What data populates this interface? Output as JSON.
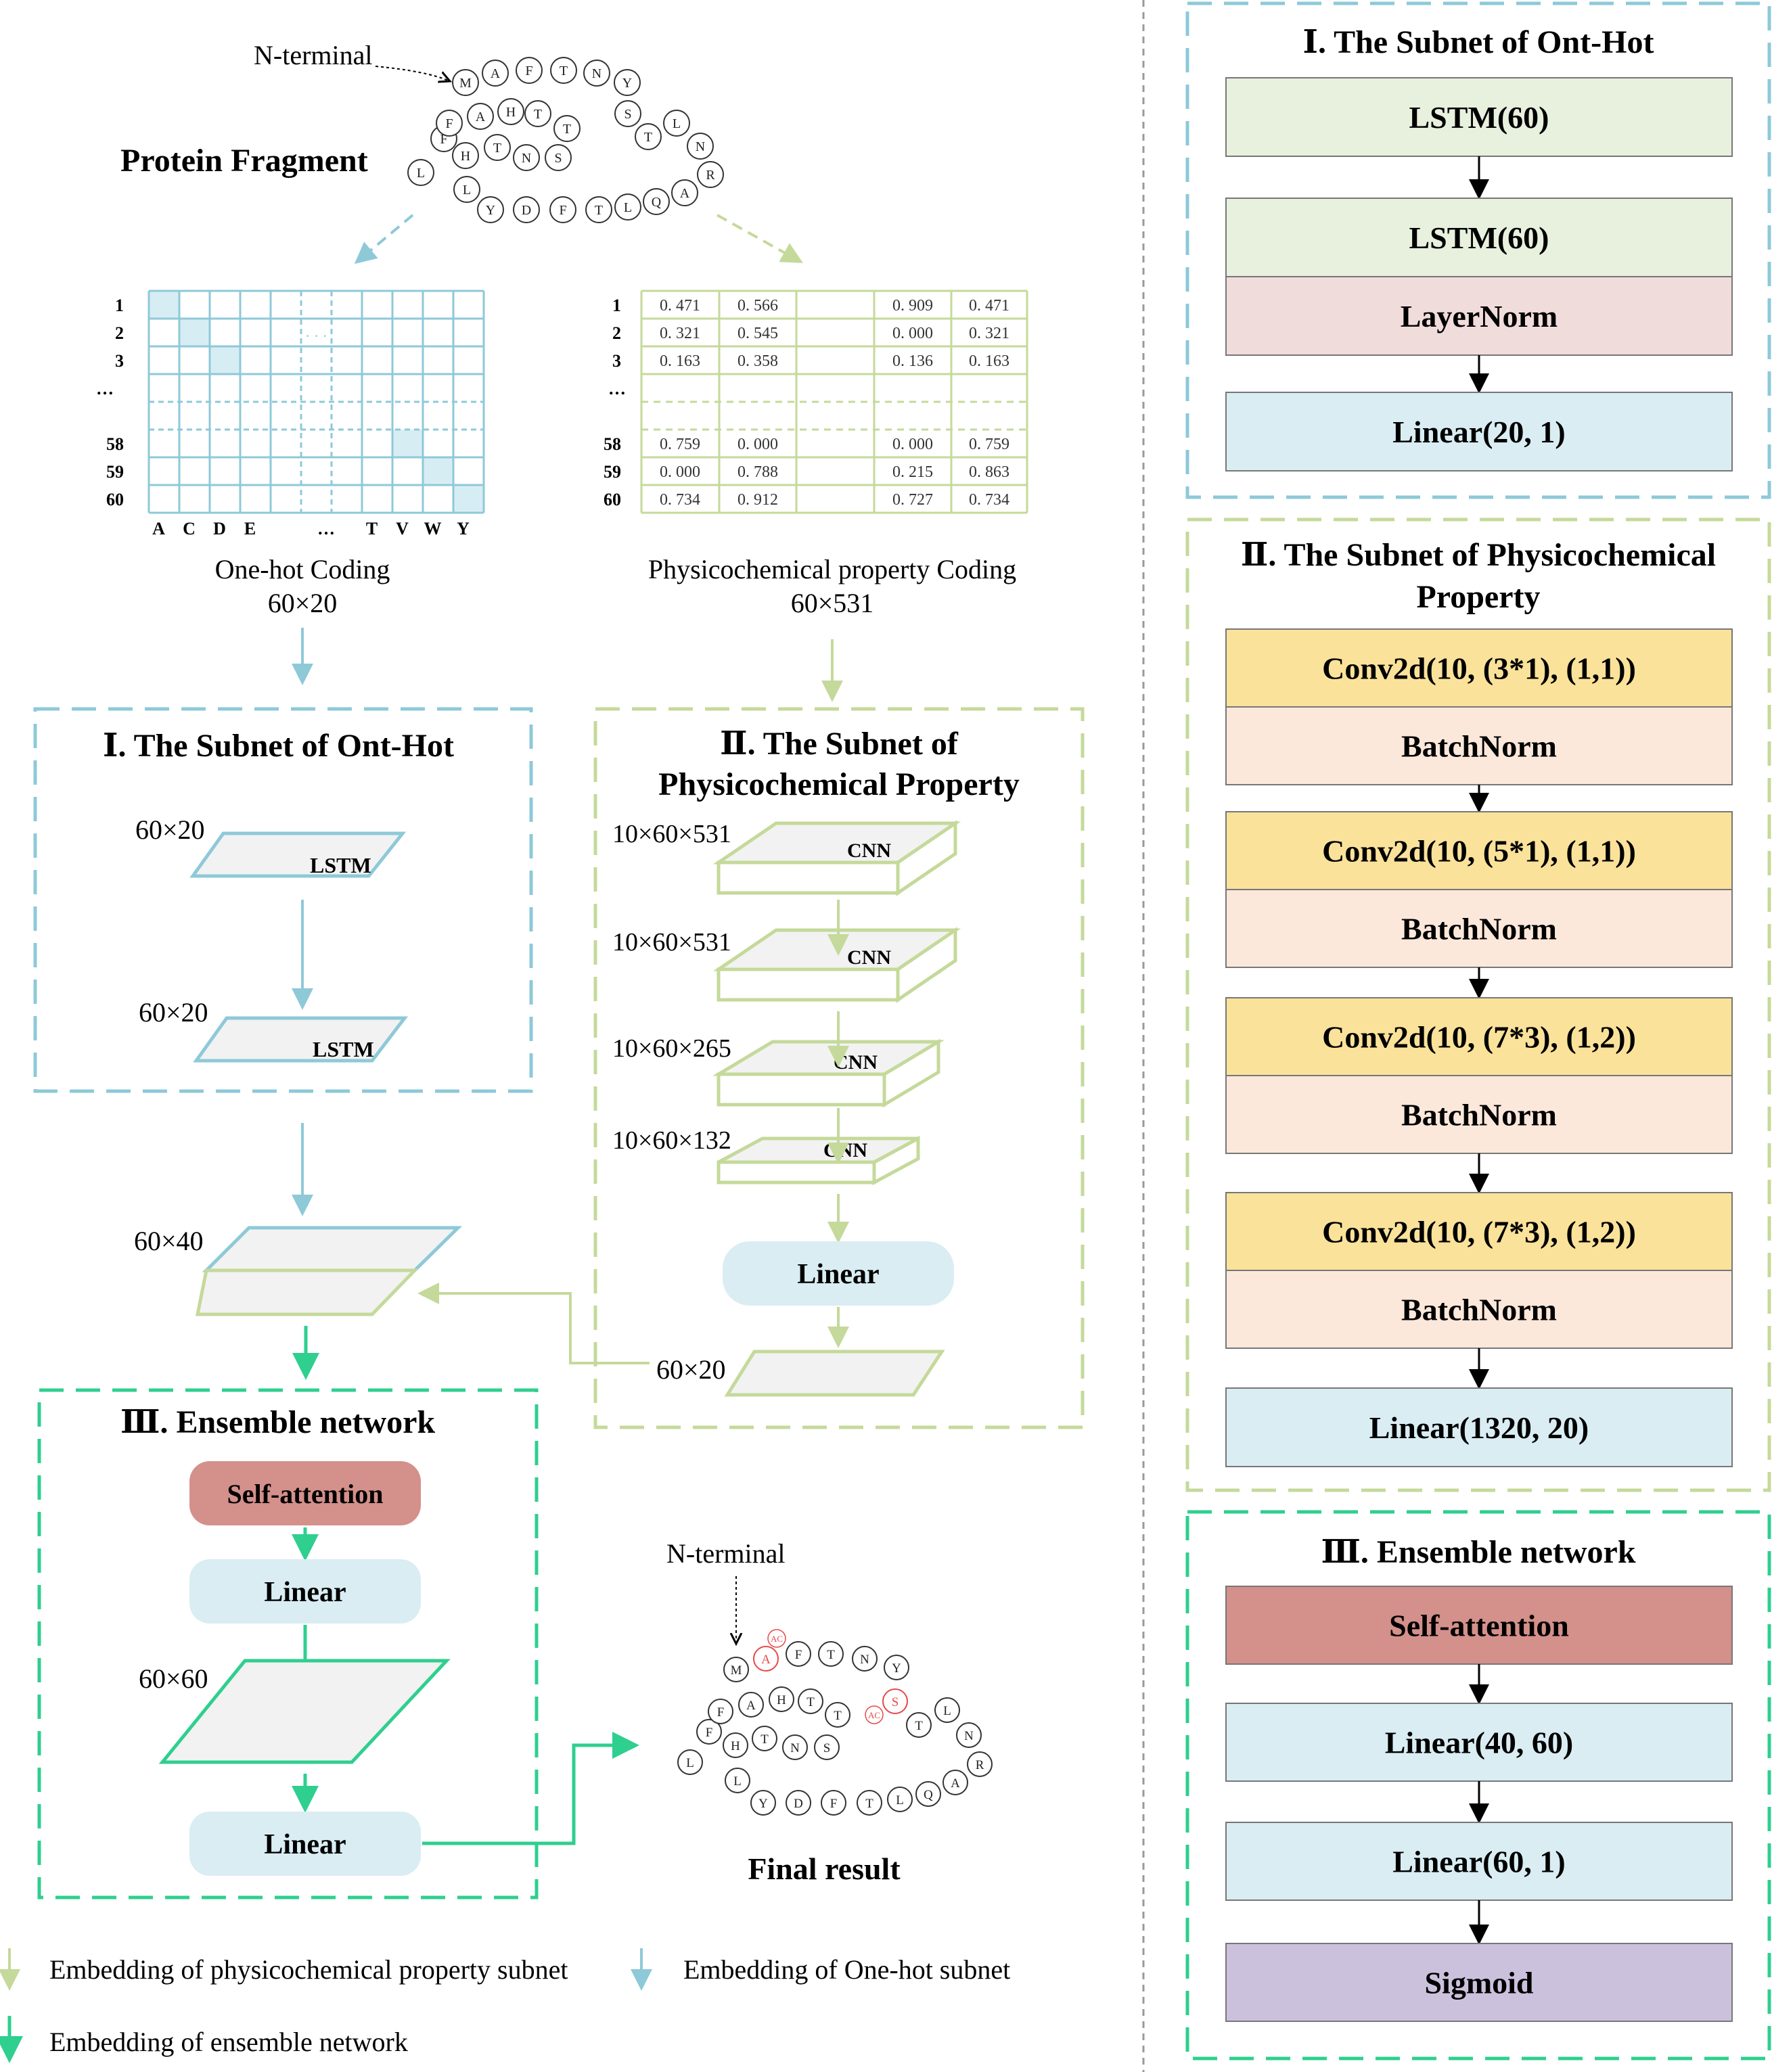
{
  "colors": {
    "blue": "#8ec9d8",
    "green_light": "#c5d99a",
    "green_ens": "#2fcf8f",
    "lstm_fill": "#e8f0de",
    "layernorm_fill": "#f1dcdc",
    "linear_fill": "#d9edf3",
    "conv_fill": "#fae29a",
    "batchnorm_fill": "#fbe8db",
    "selfatt_fill": "#d4908b",
    "sigmoid_fill": "#ccc1dd",
    "mod_red": "#e8484a",
    "cell_highlight": "#d7edf4"
  },
  "left": {
    "nterminal": "N-terminal",
    "protein_title": "Protein Fragment",
    "sequence_top": [
      "M",
      "A",
      "F",
      "T",
      "N",
      "Y",
      "S",
      "T",
      "L",
      "N",
      "R",
      "A",
      "Q",
      "L",
      "T",
      "F",
      "D",
      "Y",
      "L",
      "H",
      "F",
      "L",
      "F",
      "A",
      "H",
      "T",
      "T",
      "S",
      "N",
      "T"
    ],
    "onehot": {
      "rows": [
        "1",
        "2",
        "3",
        "…",
        "58",
        "59",
        "60"
      ],
      "cols": [
        "A",
        "C",
        "D",
        "E",
        "…",
        "T",
        "V",
        "W",
        "Y"
      ],
      "center_dots": "· · ·",
      "caption": "One-hot Coding",
      "dims": "60×20"
    },
    "physico": {
      "rows": [
        "1",
        "2",
        "3",
        "…",
        "58",
        "59",
        "60"
      ],
      "values": [
        [
          "0. 471",
          "0. 566",
          "0. 909",
          "0. 471"
        ],
        [
          "0. 321",
          "0. 545",
          "0. 000",
          "0. 321"
        ],
        [
          "0. 163",
          "0. 358",
          "0. 136",
          "0. 163"
        ],
        [
          "0. 759",
          "0. 000",
          "0. 000",
          "0. 759"
        ],
        [
          "0. 000",
          "0. 788",
          "0. 215",
          "0. 863"
        ],
        [
          "0. 734",
          "0. 912",
          "0. 727",
          "0. 734"
        ]
      ],
      "caption": "Physicochemical property Coding",
      "dims": "60×531"
    },
    "subnet1": {
      "title": "Ⅰ. The Subnet of Ont-Hot",
      "layers": [
        {
          "dim": "60×20",
          "name": "LSTM"
        },
        {
          "dim": "60×20",
          "name": "LSTM"
        }
      ]
    },
    "subnet2": {
      "title_line1": "Ⅱ. The Subnet of",
      "title_line2": "Physicochemical Property",
      "cnn": [
        {
          "dim": "10×60×531",
          "name": "CNN"
        },
        {
          "dim": "10×60×531",
          "name": "CNN"
        },
        {
          "dim": "10×60×265",
          "name": "CNN"
        },
        {
          "dim": "10×60×132",
          "name": "CNN"
        }
      ],
      "linear": "Linear",
      "out_dim": "60×20"
    },
    "concat_dim": "60×40",
    "ensemble": {
      "title": "Ⅲ. Ensemble network",
      "selfatt": "Self-attention",
      "linear1": "Linear",
      "dim": "60×60",
      "linear2": "Linear"
    },
    "final": {
      "nterminal": "N-terminal",
      "mod_tag": "AC",
      "caption": "Final result"
    },
    "legend": [
      "Embedding of physicochemical property subnet",
      "Embedding of One-hot subnet",
      "Embedding of ensemble network"
    ]
  },
  "right": {
    "panel1": {
      "title": "Ⅰ. The Subnet of Ont-Hot",
      "blocks": [
        "LSTM(60)",
        "LSTM(60)",
        "LayerNorm",
        "Linear(20, 1)"
      ]
    },
    "panel2": {
      "title_line1": "Ⅱ. The Subnet of Physicochemical",
      "title_line2": "Property",
      "blocks": [
        "Conv2d(10, (3*1), (1,1))",
        "BatchNorm",
        "Conv2d(10, (5*1), (1,1))",
        "BatchNorm",
        "Conv2d(10, (7*3), (1,2))",
        "BatchNorm",
        "Conv2d(10, (7*3), (1,2))",
        "BatchNorm",
        "Linear(1320, 20)"
      ]
    },
    "panel3": {
      "title": "Ⅲ. Ensemble network",
      "blocks": [
        "Self-attention",
        "Linear(40, 60)",
        "Linear(60, 1)",
        "Sigmoid"
      ]
    }
  }
}
